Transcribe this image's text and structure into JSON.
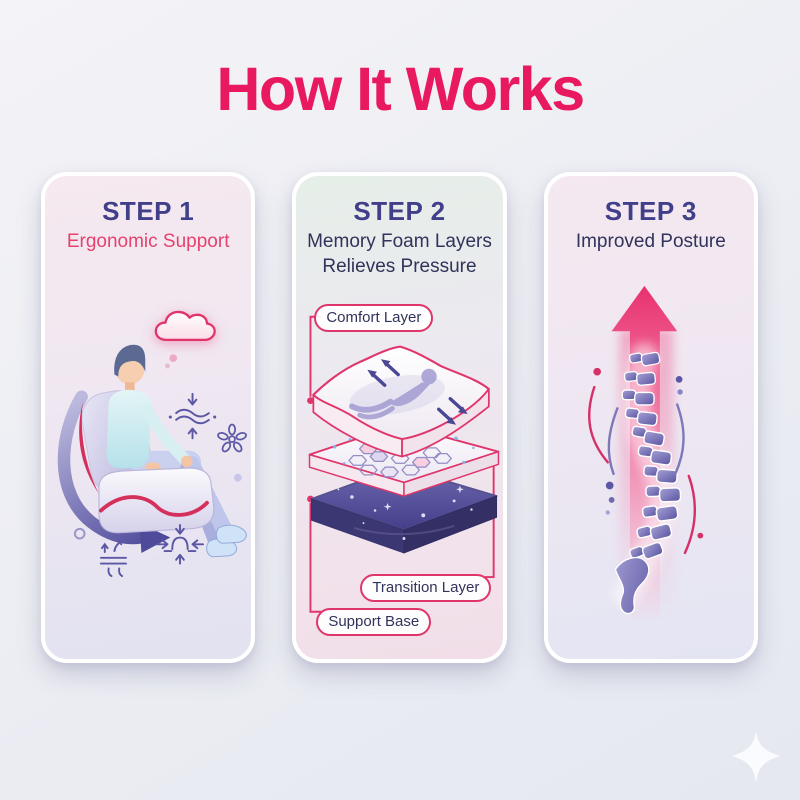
{
  "page": {
    "title": "How It Works"
  },
  "steps": [
    {
      "label": "STEP 1",
      "subtitle": "Ergonomic Support",
      "illustration": "person-sitting-on-ergonomic-chair"
    },
    {
      "label": "STEP 2",
      "subtitle": "Memory Foam Layers Relieves Pressure",
      "illustration": "exploded-mattress-layers"
    },
    {
      "label": "STEP 3",
      "subtitle": "Improved Posture",
      "illustration": "spine-with-upward-arrow"
    }
  ],
  "layer_labels": {
    "comfort": "Comfort Layer",
    "transition": "Transition Layer",
    "support": "Support Base"
  },
  "decorations": {
    "sparkle_icon": "four-point-star"
  },
  "colors": {
    "title_pink": "#E8195F",
    "step_heading_indigo": "#413F8A",
    "body_heading_navy": "#30335A",
    "accent_pink": "#E0356A",
    "icon_indigo": "#5B57A5",
    "spine_indigo": "#5A55A0",
    "arrow_pink": "#E82F6D",
    "background": "#EDEEF3"
  }
}
